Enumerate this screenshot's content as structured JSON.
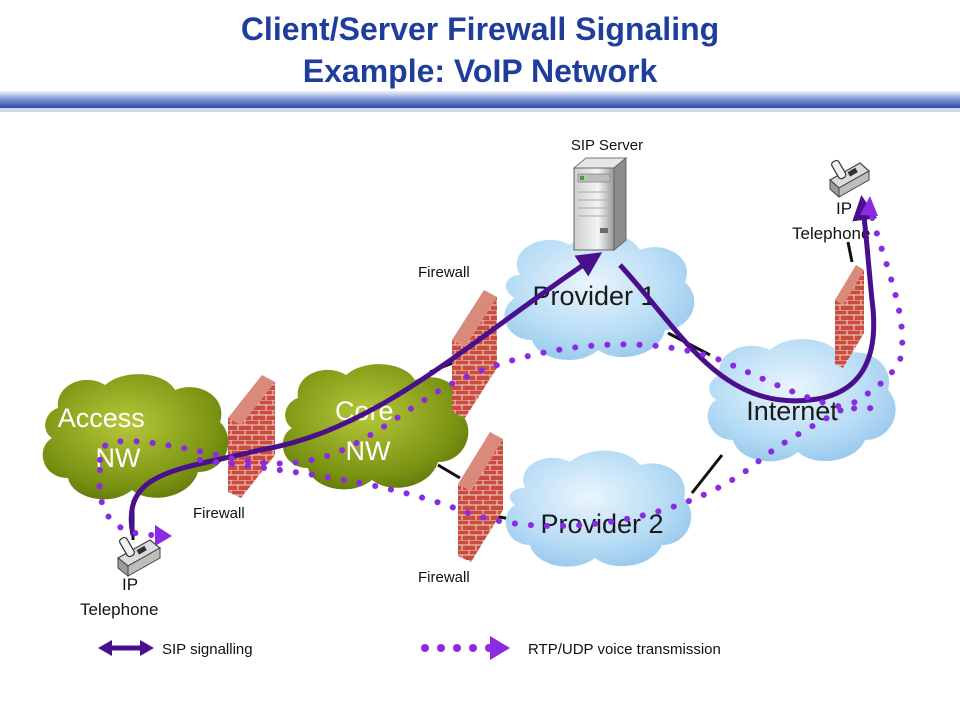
{
  "title": {
    "line1": "Client/Server Firewall Signaling",
    "line2": "Example: VoIP Network"
  },
  "colors": {
    "title": "#1f3e9c",
    "sip_line": "#4a0f8c",
    "rtp_dots": "#8a2be2",
    "cloud_blue": "#a9d2f2",
    "cloud_green": "#6f8a10",
    "brick": "#c0504d"
  },
  "nodes": {
    "access_nw": "Access NW",
    "core_nw": "Core NW",
    "provider1": "Provider 1",
    "provider2": "Provider 2",
    "internet": "Internet",
    "sip_server": "SIP Server",
    "phone_left": "IP Telephone",
    "phone_right": "IP Telephone"
  },
  "firewall_labels": {
    "fw_access": "Firewall",
    "fw_top": "Firewall",
    "fw_bottom": "Firewall"
  },
  "legend": {
    "sip": "SIP signalling",
    "rtp": "RTP/UDP voice transmission"
  },
  "icons": [
    "firewall-icon",
    "server-icon",
    "telephone-icon",
    "cloud-icon"
  ]
}
